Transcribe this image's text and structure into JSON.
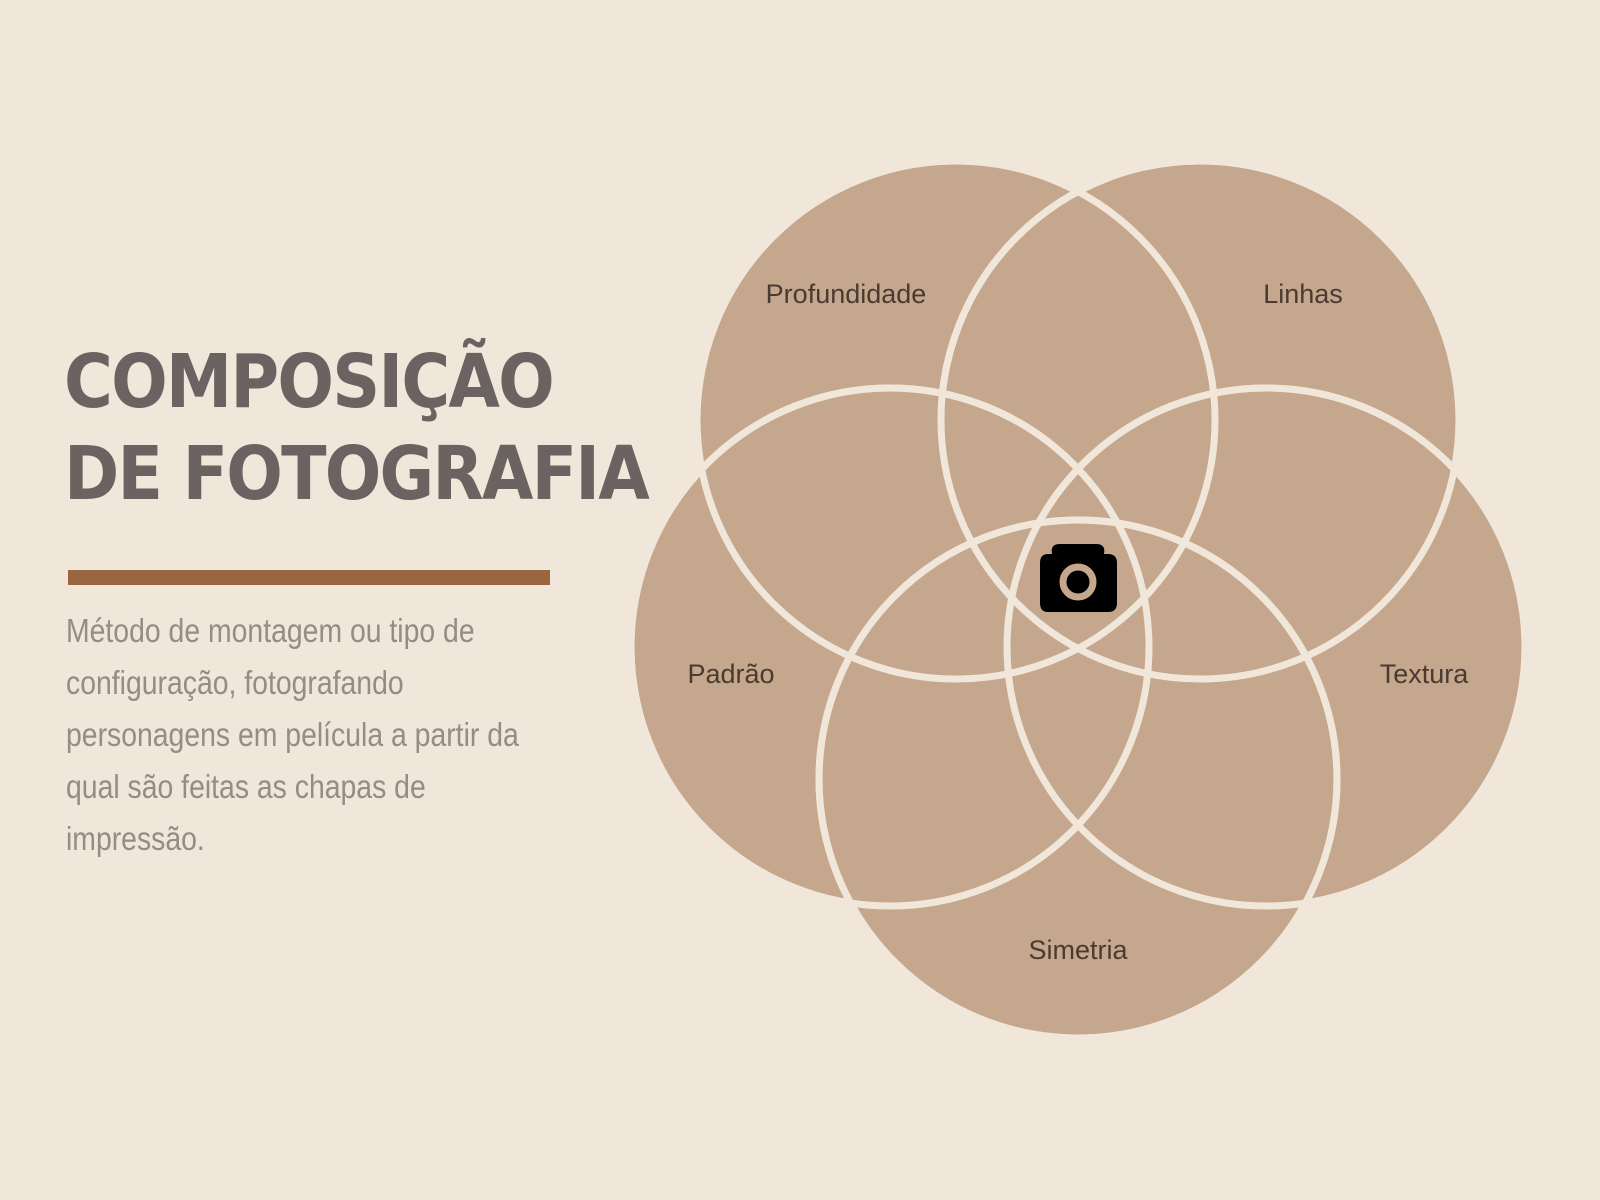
{
  "title": {
    "line1": "COMPOSIÇÃO",
    "line2": "DE FOTOGRAFIA"
  },
  "description": "Método de montagem ou tipo de configuração, fotografando personagens em película a partir da qual são feitas as chapas de impressão.",
  "diagram": {
    "labels": {
      "top_left": "Profundidade",
      "top_right": "Linhas",
      "left": "Padrão",
      "right": "Textura",
      "bottom": "Simetria"
    },
    "center_icon": "camera-icon"
  },
  "colors": {
    "background": "#f0e6da",
    "circle_fill": "#c4a78c",
    "circle_stroke": "#f0e6da",
    "title": "#6b6361",
    "divider": "#9a6640",
    "description": "#958b87",
    "label": "#4a3a32",
    "icon": "#000000"
  }
}
